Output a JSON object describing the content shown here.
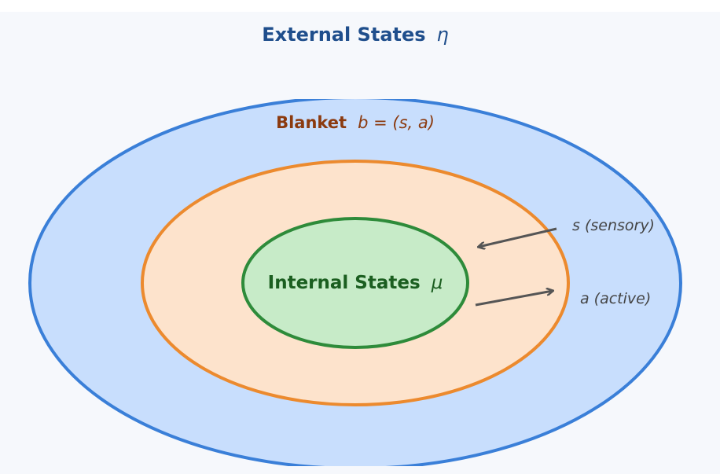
{
  "external": {
    "label": "External States",
    "symbol": "η",
    "color": "#1f4e8c",
    "fill": "#c8defd",
    "stroke": "#3a7fd8"
  },
  "blanket": {
    "label": "Blanket",
    "symbol": "b = (s, a)",
    "color": "#8b3a0f",
    "fill": "#fde3cc",
    "stroke": "#ec8a2e"
  },
  "internal": {
    "label": "Internal States",
    "symbol": "μ",
    "color": "#1b5e20",
    "fill": "#c7ebc8",
    "stroke": "#2e8b3a"
  },
  "arrows": {
    "sensory": "s (sensory)",
    "active": "a (active)",
    "color": "#555555"
  }
}
